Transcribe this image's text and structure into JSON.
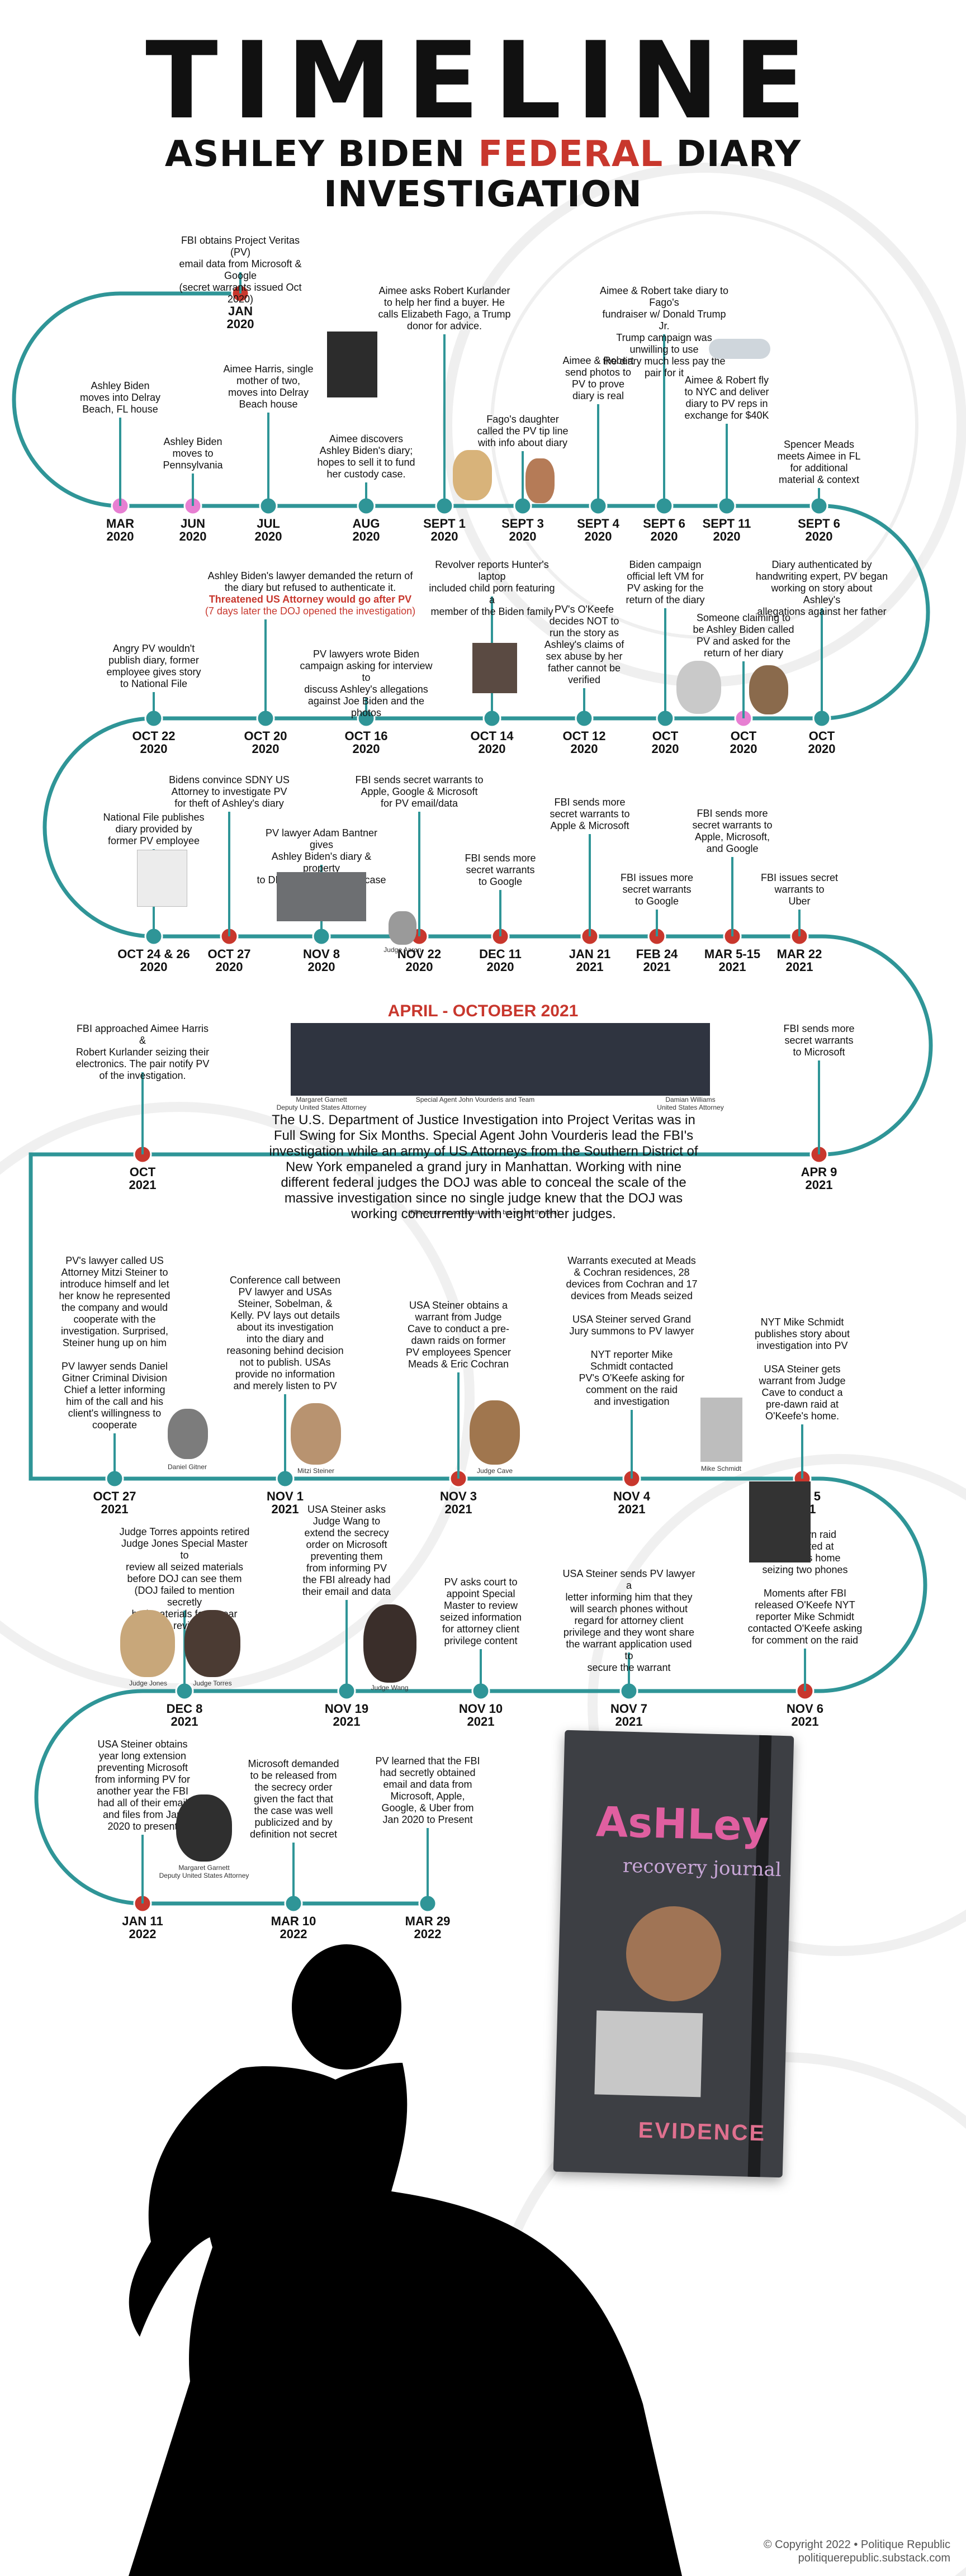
{
  "title": "TIMELINE",
  "subtitle": {
    "pre": "ASHLEY BIDEN ",
    "highlight": "FEDERAL",
    "post": " DIARY INVESTIGATION"
  },
  "colors": {
    "line": "#2f9597",
    "red": "#c8372d",
    "pink": "#e77fd2",
    "teal": "#2f9597"
  },
  "events": [
    {
      "id": "jan2020",
      "date": [
        "JAN",
        "2020"
      ],
      "dot": "red",
      "text": [
        "FBI obtains Project Veritas (PV)",
        "email data from Microsoft & Google",
        "(secret warrants issued Oct 2020)"
      ]
    },
    {
      "id": "mar2020",
      "date": [
        "MAR",
        "2020"
      ],
      "dot": "pink",
      "text": [
        "Ashley Biden",
        "moves into Delray",
        "Beach, FL house"
      ]
    },
    {
      "id": "jun2020",
      "date": [
        "JUN",
        "2020"
      ],
      "dot": "pink",
      "text": [
        "Ashley Biden",
        "moves to",
        "Pennsylvania"
      ]
    },
    {
      "id": "jul2020",
      "date": [
        "JUL",
        "2020"
      ],
      "dot": "teal",
      "text": [
        "Aimee Harris, single",
        "mother of two,",
        "moves into Delray",
        "Beach house"
      ]
    },
    {
      "id": "aug2020",
      "date": [
        "AUG",
        "2020"
      ],
      "dot": "teal",
      "text": [
        "Aimee discovers",
        "Ashley Biden's diary;",
        "hopes to sell it to fund",
        "her custody case."
      ]
    },
    {
      "id": "sep1",
      "date": [
        "SEPT 1",
        "2020"
      ],
      "dot": "teal",
      "text": [
        "Aimee asks Robert Kurlander",
        "to help her find a buyer. He",
        "calls Elizabeth Fago, a Trump",
        "donor for advice."
      ]
    },
    {
      "id": "sep3",
      "date": [
        "SEPT 3",
        "2020"
      ],
      "dot": "teal",
      "text": [
        "Fago's daughter",
        "called the PV tip line",
        "with info about diary"
      ]
    },
    {
      "id": "sep4",
      "date": [
        "SEPT 4",
        "2020"
      ],
      "dot": "teal",
      "text": [
        "Aimee & Robert",
        "send photos to",
        "PV to prove",
        "diary is real"
      ]
    },
    {
      "id": "sep6a",
      "date": [
        "SEPT 6",
        "2020"
      ],
      "dot": "teal",
      "text": [
        "Aimee & Robert take diary to Fago's",
        "fundraiser w/ Donald Trump Jr.",
        "Trump campaign was unwilling to use",
        "the diary much less pay the pair for it"
      ]
    },
    {
      "id": "sep11",
      "date": [
        "SEPT 11",
        "2020"
      ],
      "dot": "teal",
      "text": [
        "Aimee & Robert fly",
        "to NYC and deliver",
        "diary to PV reps in",
        "exchange for $40K"
      ]
    },
    {
      "id": "sep6b",
      "date": [
        "SEPT 6",
        "2020"
      ],
      "dot": "teal",
      "text": [
        "Spencer Meads",
        "meets Aimee in FL",
        "for additional",
        "material & context"
      ]
    },
    {
      "id": "oct20a",
      "date": [
        "OCT",
        "2020"
      ],
      "dot": "teal",
      "text": [
        "Diary authenticated by",
        "handwriting expert, PV began",
        "working on story about Ashley's",
        "allegations against her father"
      ]
    },
    {
      "id": "oct20b",
      "date": [
        "OCT",
        "2020"
      ],
      "dot": "pink",
      "text": [
        "Someone claiming to",
        "be Ashley Biden called",
        "PV and asked for the",
        "return of her diary"
      ]
    },
    {
      "id": "oct20c",
      "date": [
        "OCT",
        "2020"
      ],
      "dot": "teal",
      "text": [
        "Biden campaign",
        "official left VM for",
        "PV asking for the",
        "return of the diary"
      ]
    },
    {
      "id": "oct12",
      "date": [
        "OCT 12",
        "2020"
      ],
      "dot": "teal",
      "text": [
        "PV's O'Keefe",
        "decides NOT to",
        "run the story as",
        "Ashley's claims of",
        "sex abuse by her",
        "father cannot be",
        "verified"
      ]
    },
    {
      "id": "oct14",
      "date": [
        "OCT 14",
        "2020"
      ],
      "dot": "teal",
      "text": [
        "Revolver reports Hunter's laptop",
        "included child porn featuring a",
        "member of the Biden family"
      ]
    },
    {
      "id": "oct16",
      "date": [
        "OCT 16",
        "2020"
      ],
      "dot": "teal",
      "text": [
        "PV lawyers wrote Biden",
        "campaign asking for interview to",
        "discuss Ashley's allegations",
        "against Joe Biden and the photos"
      ]
    },
    {
      "id": "oct20d",
      "date": [
        "OCT 20",
        "2020"
      ],
      "dot": "teal",
      "text": [
        "Ashley Biden's lawyer demanded the return of",
        "the diary but refused to authenticate it."
      ],
      "red": "Threatened US Attorney would go after PV",
      "redl": "(7 days later the DOJ opened the investigation)"
    },
    {
      "id": "oct22",
      "date": [
        "OCT 22",
        "2020"
      ],
      "dot": "teal",
      "text": [
        "Angry PV wouldn't",
        "publish diary, former",
        "employee gives story",
        "to National File"
      ]
    },
    {
      "id": "oct2426",
      "date": [
        "OCT 24 & 26",
        "2020"
      ],
      "dot": "teal",
      "text": [
        "National File publishes",
        "diary provided by",
        "former PV employee"
      ]
    },
    {
      "id": "oct27",
      "date": [
        "OCT 27",
        "2020"
      ],
      "dot": "red",
      "text": [
        "Bidens convince SDNY US",
        "Attorney to investigate PV",
        "for theft of Ashley's diary"
      ]
    },
    {
      "id": "nov8",
      "date": [
        "NOV 8",
        "2020"
      ],
      "dot": "teal",
      "text": [
        "PV lawyer Adam Bantner gives",
        "Ashley Biden's diary & property",
        "to DRPD, FBI took over case"
      ]
    },
    {
      "id": "nov22",
      "date": [
        "NOV 22",
        "2020"
      ],
      "dot": "red",
      "text": [
        "FBI sends secret warrants to",
        "Apple, Google & Microsoft",
        "for PV email/data"
      ]
    },
    {
      "id": "dec11",
      "date": [
        "DEC 11",
        "2020"
      ],
      "dot": "red",
      "text": [
        "FBI sends more",
        "secret warrants",
        "to Google"
      ]
    },
    {
      "id": "jan21",
      "date": [
        "JAN 21",
        "2021"
      ],
      "dot": "red",
      "text": [
        "FBI sends more",
        "secret warrants to",
        "Apple & Microsoft"
      ]
    },
    {
      "id": "feb24",
      "date": [
        "FEB 24",
        "2021"
      ],
      "dot": "red",
      "text": [
        "FBI issues more",
        "secret warrants",
        "to Google"
      ]
    },
    {
      "id": "mar515",
      "date": [
        "MAR 5-15",
        "2021"
      ],
      "dot": "red",
      "text": [
        "FBI sends more",
        "secret warrants to",
        "Apple, Microsoft,",
        "and Google"
      ]
    },
    {
      "id": "mar22",
      "date": [
        "MAR 22",
        "2021"
      ],
      "dot": "red",
      "text": [
        "FBI issues secret",
        "warrants to",
        "Uber"
      ]
    },
    {
      "id": "apr9",
      "date": [
        "APR 9",
        "2021"
      ],
      "dot": "red",
      "text": [
        "FBI sends more",
        "secret warrants",
        "to Microsoft"
      ]
    },
    {
      "id": "oct2021",
      "date": [
        "OCT",
        "2021"
      ],
      "dot": "red",
      "text": [
        "FBI approached Aimee Harris &",
        "Robert Kurlander seizing their",
        "electronics. The pair notify PV",
        "of the investigation."
      ]
    },
    {
      "id": "oct27b",
      "date": [
        "OCT 27",
        "2021"
      ],
      "dot": "teal",
      "text": [
        "PV's lawyer called US",
        "Attorney Mitzi Steiner to",
        "introduce himself and let",
        "her know he represented",
        "the company and would",
        "cooperate with the",
        "investigation. Surprised,",
        "Steiner hung up on him",
        "",
        "PV lawyer sends Daniel",
        "Gitner Criminal Division",
        "Chief a letter informing",
        "him of the call and his",
        "client's willingness to",
        "cooperate"
      ]
    },
    {
      "id": "nov1",
      "date": [
        "NOV 1",
        "2021"
      ],
      "dot": "teal",
      "text": [
        "Conference call between",
        "PV lawyer and USAs",
        "Steiner, Sobelman, &",
        "Kelly. PV lays out details",
        "about its investigation",
        "into the diary and",
        "reasoning behind decision",
        "not to publish. USAs",
        "provide no information",
        "and merely listen to PV"
      ]
    },
    {
      "id": "nov3",
      "date": [
        "NOV 3",
        "2021"
      ],
      "dot": "red",
      "text": [
        "USA Steiner obtains a",
        "warrant from Judge",
        "Cave to conduct a pre-",
        "dawn raids on former",
        "PV employees Spencer",
        "Meads & Eric Cochran"
      ]
    },
    {
      "id": "nov4",
      "date": [
        "NOV 4",
        "2021"
      ],
      "dot": "red",
      "text": [
        "Warrants executed at Meads",
        "& Cochran residences, 28",
        "devices from Cochran and 17",
        "devices from Meads seized",
        "",
        "USA Steiner served Grand",
        "Jury summons to PV lawyer",
        "",
        "NYT reporter Mike",
        "Schmidt contacted",
        "PV's O'Keefe asking for",
        "comment on the raid",
        "and investigation"
      ]
    },
    {
      "id": "nov5",
      "date": [
        "NOV 5",
        "2021"
      ],
      "dot": "red",
      "text": [
        "NYT Mike Schmidt",
        "publishes story about",
        "investigation into PV",
        "",
        "USA Steiner gets",
        "warrant from Judge",
        "Cave to conduct a",
        "pre-dawn raid at",
        "O'Keefe's home."
      ]
    },
    {
      "id": "nov6",
      "date": [
        "NOV 6",
        "2021"
      ],
      "dot": "red",
      "text": [
        "Pre-dawn raid",
        "conducted at",
        "O'Keefe's home",
        "seizing two phones",
        "",
        "Moments after FBI",
        "released O'Keefe NYT",
        "reporter Mike Schmidt",
        "contacted O'Keefe asking",
        "for comment on the raid"
      ]
    },
    {
      "id": "nov7",
      "date": [
        "NOV 7",
        "2021"
      ],
      "dot": "teal",
      "text": [
        "USA Steiner sends PV lawyer a",
        "letter informing him that they",
        "will search phones without",
        "regard for attorney client",
        "privilege and they wont share",
        "the warrant application used to",
        "secure the warrant"
      ]
    },
    {
      "id": "nov10",
      "date": [
        "NOV 10",
        "2021"
      ],
      "dot": "teal",
      "text": [
        "PV asks court to",
        "appoint Special",
        "Master to review",
        "seized information",
        "for attorney client",
        "privilege content"
      ]
    },
    {
      "id": "nov19",
      "date": [
        "NOV 19",
        "2021"
      ],
      "dot": "teal",
      "text": [
        "USA Steiner asks",
        "Judge Wang to",
        "extend the secrecy",
        "order on Microsoft",
        "preventing them",
        "from informing PV",
        "the FBI already had",
        "their email and data"
      ]
    },
    {
      "id": "dec8",
      "date": [
        "DEC 8",
        "2021"
      ],
      "dot": "teal",
      "text": [
        "Judge Torres appoints retired",
        "Judge Jones Special Master to",
        "review all seized materials",
        "before DOJ can see them",
        "(DOJ failed to mention secretly",
        "had materials for a year",
        "making review moot)"
      ]
    },
    {
      "id": "jan11",
      "date": [
        "JAN 11",
        "2022"
      ],
      "dot": "red",
      "text": [
        "USA Steiner obtains",
        "year long extension",
        "preventing Microsoft",
        "from informing PV for",
        "another year the FBI",
        "had all of their email",
        "and files from Jan",
        "2020 to present"
      ]
    },
    {
      "id": "mar10",
      "date": [
        "MAR 10",
        "2022"
      ],
      "dot": "teal",
      "text": [
        "Microsoft demanded",
        "to be released from",
        "the secrecy order",
        "given the fact that",
        "the case was well",
        "publicized and by",
        "definition not secret"
      ]
    },
    {
      "id": "mar29",
      "date": [
        "MAR 29",
        "2022"
      ],
      "dot": "teal",
      "text": [
        "PV learned that the FBI",
        "had secretly obtained",
        "email and data from",
        "Microsoft, Apple,",
        "Google, & Uber from",
        "Jan 2020 to Present"
      ]
    }
  ],
  "banner": "APRIL - OCTOBER 2021",
  "paragraph": "The U.S. Department of Justice Investigation into Project Veritas was in Full Swing for Six Months. Special Agent John Vourderis lead the FBI's investigation while an army of US Attorneys from the Southern District of New York empaneled a grand jury in Manhattan. Working with nine different federal judges the DOJ was able to conceal the scale of the massive investigation since no single judge knew that the DOJ was working concurrently with eight other judges.",
  "note": "(FBI agents are not actual agents, but you get the idea)",
  "captions": {
    "garnett1": [
      "Margaret Garnett",
      "Deputy United States Attorney"
    ],
    "agents": [
      "Special Agent John Vourderis and Team"
    ],
    "williams": [
      "Damian Williams",
      "United States Attorney"
    ],
    "aaron": [
      "Judge Aaron"
    ],
    "gitner": [
      "Daniel Gitner"
    ],
    "steiner": [
      "Mitzi Steiner"
    ],
    "cave": [
      "Judge Cave"
    ],
    "schmidt": [
      "Mike Schmidt"
    ],
    "jones": [
      "Judge Jones"
    ],
    "torres": [
      "Judge Torres"
    ],
    "wang": [
      "Judge Wang"
    ],
    "garnett2": [
      "Margaret Garnett",
      "Deputy United States Attorney"
    ]
  },
  "journal": {
    "title": "AsHLey",
    "subtitle": "recovery journal",
    "stamp": "EVIDENCE"
  },
  "copyright": [
    "© Copyright 2022 • Politique Republic",
    "politiquerepublic.substack.com"
  ]
}
